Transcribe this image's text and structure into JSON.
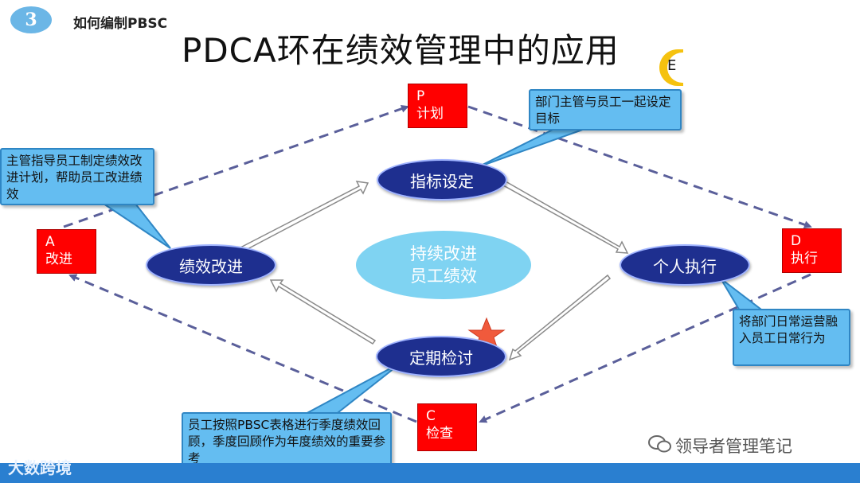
{
  "header": {
    "section_number": "3",
    "section_title": "如何编制PBSC",
    "main_title": "PDCA环在绩效管理中的应用",
    "tab_glyph": "E"
  },
  "phases": {
    "plan": {
      "letter": "P",
      "label": "计划"
    },
    "do": {
      "letter": "D",
      "label": "执行"
    },
    "check": {
      "letter": "C",
      "label": "检查"
    },
    "act": {
      "letter": "A",
      "label": "改进"
    }
  },
  "stages": {
    "goal_setting": "指标设定",
    "execution": "个人执行",
    "review": "定期检讨",
    "improvement": "绩效改进"
  },
  "center": {
    "line1": "持续改进",
    "line2": "员工绩效"
  },
  "callouts": {
    "plan": "部门主管与员工一起设定目标",
    "do": "将部门日常运营融入员工日常行为",
    "check": "员工按照PBSC表格进行季度绩效回顾，季度回顾作为年度绩效的重要参考",
    "act": "主管指导员工制定绩效改进计划，帮助员工改进绩效"
  },
  "footer": {
    "logo_text": "大数跨境",
    "watermark": "领导者管理笔记"
  },
  "colors": {
    "phase_box": "#ff0000",
    "stage_oval": "#1e2f8f",
    "center_oval": "#7fd3f2",
    "callout": "#64bdf1",
    "dashed_line": "#5a5f9a",
    "bar": "#2a7fd0"
  }
}
